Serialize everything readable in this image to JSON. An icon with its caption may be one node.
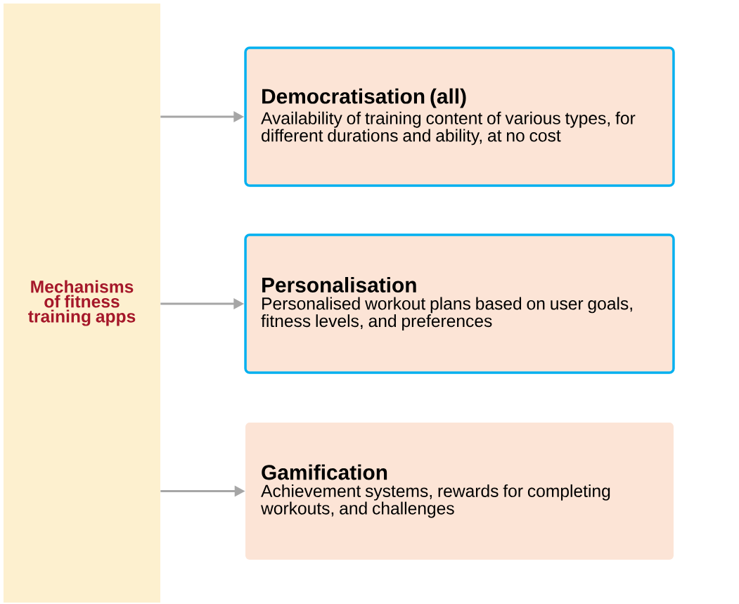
{
  "diagram": {
    "nodes": [
      {
        "text": [
          "Mechanisms of fitness training apps"
        ]
      },
      {
        "text": [
          "Democratisation (all)",
          "Availability of training content of various types, for different durations and ability, at no cost"
        ]
      },
      {
        "text": [
          "Personalisation",
          "Personalised workout plans based on user goals, fitness levels, and preferences"
        ]
      },
      {
        "text": [
          "Gamification",
          "Achievement systems, rewards for completing workouts, and challenges"
        ]
      }
    ],
    "edges": [
      {
        "from": 0,
        "to": 1,
        "arrow": "to"
      },
      {
        "from": 0,
        "to": 2,
        "arrow": "to"
      },
      {
        "from": 0,
        "to": 3,
        "arrow": "to"
      }
    ]
  }
}
